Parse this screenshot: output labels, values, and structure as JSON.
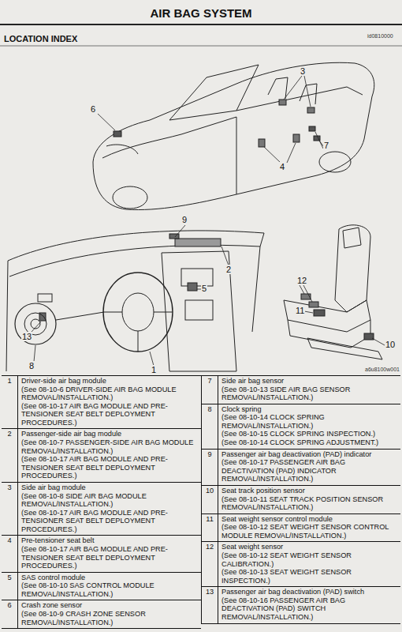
{
  "diagram": {
    "title": "AIR BAG SYSTEM",
    "labels": [
      "id0810000",
      "LOCATION INDEX",
      "3",
      "6",
      "4",
      "7",
      "9",
      "2",
      "5",
      "1",
      "13",
      "8",
      "12",
      "11",
      "10",
      "a6u8100w001",
      "1",
      "Driver-side air bag module",
      "(See 08-10-6 DRIVER-SIDE AIR BAG MODULE REMOVAL/INSTALLATION.)",
      "(See 08-10-17 AIR BAG MODULE AND PRE-TENSIONER SEAT BELT DEPLOYMENT PROCEDURES.)",
      "2",
      "Passenger-side air bag module",
      "(See 08-10-7 PASSENGER-SIDE AIR BAG MODULE REMOVAL/INSTALLATION.)",
      "(See 08-10-17 AIR BAG MODULE AND PRE-TENSIONER SEAT BELT DEPLOYMENT PROCEDURES.)",
      "3",
      "Side air bag module",
      "(See 08-10-8 SIDE AIR BAG MODULE REMOVAL/INSTALLATION.)",
      "(See 08-10-17 AIR BAG MODULE AND PRE-TENSIONER SEAT BELT DEPLOYMENT PROCEDURES.)",
      "4",
      "Pre-tensioner seat belt",
      "(See 08-10-17 AIR BAG MODULE AND PRE-TENSIONER SEAT BELT DEPLOYMENT PROCEDURES.)",
      "5",
      "SAS control module",
      "(See 08-10-10 SAS CONTROL MODULE REMOVAL/INSTALLATION.)",
      "6",
      "Crash zone sensor",
      "(See 08-10-9 CRASH ZONE SENSOR REMOVAL/INSTALLATION.)",
      "7",
      "Side air bag sensor",
      "(See 08-10-13 SIDE AIR BAG SENSOR REMOVAL/INSTALLATION.)",
      "8",
      "Clock spring",
      "(See 08-10-14 CLOCK SPRING REMOVAL/INSTALLATION.)",
      "(See 08-10-15 CLOCK SPRING INSPECTION.)",
      "(See 08-10-14 CLOCK SPRING ADJUSTMENT.)",
      "9",
      "Passenger air bag deactivation (PAD) indicator",
      "(See 08-10-17 PASSENGER AIR BAG DEACTIVATION (PAD) INDICATOR REMOVAL/INSTALLATION.)",
      "10",
      "Seat track position sensor",
      "(See 08-10-11 SEAT TRACK POSITION SENSOR REMOVAL/INSTALLATION.)",
      "11",
      "Seat weight sensor control module",
      "(See 08-10-12 SEAT WEIGHT SENSOR CONTROL MODULE REMOVAL/INSTALLATION.)",
      "12",
      "Seat weight sensor",
      "(See 08-10-12 SEAT WEIGHT SENSOR CALIBRATION.)",
      "(See 08-10-13 SEAT WEIGHT SENSOR INSPECTION.)",
      "13",
      "Passenger air bag deactivation (PAD) switch",
      "(See 08-10-16 PASSENGER AIR BAG DEACTIVATION (PAD) SWITCH REMOVAL/INSTALLATION.)"
    ]
  }
}
